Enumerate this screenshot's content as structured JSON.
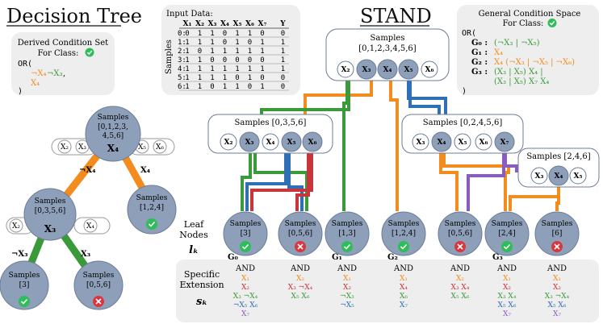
{
  "left": {
    "title": "Decision Tree",
    "derived_box": {
      "title_line1": "Derived Condition Set",
      "title_line2": "For Class:",
      "or_open": "OR(",
      "term1_a": "¬X₄",
      "term1_b": "¬X₃",
      "term1_sep": ",",
      "term2": "X₄",
      "close": ")"
    },
    "root": {
      "line1": "Samples",
      "line2": "[0,1,2,3,",
      "line3": "4,5,6]",
      "var": "X₄",
      "chips_left": [
        "X₂",
        "X₃"
      ],
      "chips_right": [
        "X₅",
        "X₆"
      ]
    },
    "edge_root_left": "¬X₄",
    "edge_root_right": "X₄",
    "mid": {
      "line1": "Samples",
      "line2": "[0,3,5,6]",
      "var": "X₃",
      "chips_left": [
        "X₂"
      ],
      "chips_right": [
        "X₄"
      ]
    },
    "right_leaf": {
      "line1": "Samples",
      "line2": "[1,2,4]"
    },
    "edge_mid_left": "¬X₃",
    "edge_mid_right": "X₃",
    "leaf_a": {
      "line1": "Samples",
      "line2": "[3]"
    },
    "leaf_b": {
      "line1": "Samples",
      "line2": "[0,5,6]"
    }
  },
  "input": {
    "title": "Input Data:",
    "side_label": "Samples",
    "headers": [
      "X₁",
      "X₂",
      "X₃",
      "X₄",
      "X₅",
      "X₆",
      "X₇",
      "Y"
    ],
    "rows": [
      {
        "id": "0:",
        "vals": [
          "0",
          "1",
          "1",
          "0",
          "1",
          "1",
          "0",
          "0"
        ]
      },
      {
        "id": "1:",
        "vals": [
          "1",
          "1",
          "1",
          "0",
          "1",
          "0",
          "1",
          "1"
        ]
      },
      {
        "id": "2:",
        "vals": [
          "1",
          "0",
          "1",
          "1",
          "1",
          "1",
          "1",
          "1"
        ]
      },
      {
        "id": "3:",
        "vals": [
          "1",
          "1",
          "0",
          "0",
          "0",
          "0",
          "0",
          "1"
        ]
      },
      {
        "id": "4:",
        "vals": [
          "1",
          "1",
          "1",
          "1",
          "1",
          "1",
          "1",
          "1"
        ]
      },
      {
        "id": "5:",
        "vals": [
          "1",
          "1",
          "1",
          "1",
          "0",
          "1",
          "0",
          "0"
        ]
      },
      {
        "id": "6:",
        "vals": [
          "1",
          "1",
          "0",
          "1",
          "1",
          "0",
          "1",
          "0"
        ]
      }
    ]
  },
  "stand": {
    "title": "STAND",
    "top": {
      "line1": "Samples",
      "line2": "[0,1,2,3,4,5,6]",
      "chips": [
        "X₂",
        "X₃",
        "X₄",
        "X₅",
        "X₆"
      ]
    },
    "left_group": {
      "label": "Samples [0,3,5,6]",
      "chips": [
        "X₂",
        "X₃",
        "X₄",
        "X₅",
        "X₆"
      ]
    },
    "right_group": {
      "label": "Samples [0,2,4,5,6]",
      "chips": [
        "X₃",
        "X₄",
        "X₅",
        "X₆",
        "X₇"
      ]
    },
    "small_group": {
      "label": "Samples [2,4,6]",
      "chips": [
        "X₃",
        "X₄",
        "X₅"
      ]
    },
    "leaf_nodes_label_1": "Leaf",
    "leaf_nodes_label_2": "Nodes",
    "lk": "lₖ",
    "leaves": [
      {
        "line1": "Samples",
        "line2": "[3]",
        "status": "check"
      },
      {
        "line1": "Samples",
        "line2": "[0,5,6]",
        "status": "cross"
      },
      {
        "line1": "Samples",
        "line2": "[1,3]",
        "status": "check"
      },
      {
        "line1": "Samples",
        "line2": "[1,2,4]",
        "status": "check"
      },
      {
        "line1": "Samples",
        "line2": "[0,5,6]",
        "status": "cross"
      },
      {
        "line1": "Samples",
        "line2": "[2,4]",
        "status": "check"
      },
      {
        "line1": "Samples",
        "line2": "[6]",
        "status": "cross"
      }
    ],
    "g_labels": [
      "G₀",
      "G₁",
      "G₂",
      "G₃"
    ]
  },
  "general": {
    "title_line1": "General Condition Space",
    "title_line2": "For Class:",
    "or_open": "OR(",
    "rows": [
      {
        "label": "G₀ :",
        "text": "(¬X₃ | ¬X₅)"
      },
      {
        "label": "G₁ :",
        "text": "X₄"
      },
      {
        "label": "G₂ :",
        "text": "X₄ (¬X₃ | ¬X₅ | ¬X₆)"
      },
      {
        "label": "G₃ :",
        "text": "(X₃ | X₅) X₄ |"
      },
      {
        "label": "",
        "text": "(X₃ | X₅) X₇ X₄"
      }
    ],
    "close": ")"
  },
  "specific": {
    "label_1": "Specific",
    "label_2": "Extension",
    "sk": "sₖ",
    "columns": [
      {
        "head": "AND",
        "lines": [
          "X₁",
          "X₂",
          "X₃ ¬X₄",
          "¬X₅ X₆",
          "X₇"
        ]
      },
      {
        "head": "AND",
        "lines": [
          "X₂",
          "X₃ ¬X₄",
          "X₅ X₆"
        ]
      },
      {
        "head": "AND",
        "lines": [
          "X₁",
          "X₂",
          "¬X₃",
          "¬X₅"
        ]
      },
      {
        "head": "AND",
        "lines": [
          "X₁",
          "X₄",
          "X₆",
          "X₇"
        ]
      },
      {
        "head": "AND",
        "lines": [
          "X₂",
          "X₃ X₄",
          "X₅ X₆"
        ]
      },
      {
        "head": "AND",
        "lines": [
          "X₁",
          "X₂",
          "X₃ X₄",
          "X₅ X₆",
          "X₇"
        ]
      },
      {
        "head": "AND",
        "lines": [
          "X₁",
          "X₂",
          "X₃ ¬X₄",
          "X₅ X₆",
          "X₇"
        ]
      }
    ]
  },
  "colors": {
    "node": "#8e9fba",
    "node_stroke": "#6b7c96",
    "orange": "#f28c1e",
    "green": "#3a9a3a",
    "blue": "#2f6fb5",
    "red": "#c8353a",
    "purple": "#8a5cc0",
    "check": "#2ebd59",
    "cross": "#d9363e",
    "box_fill": "#eeeeee"
  }
}
